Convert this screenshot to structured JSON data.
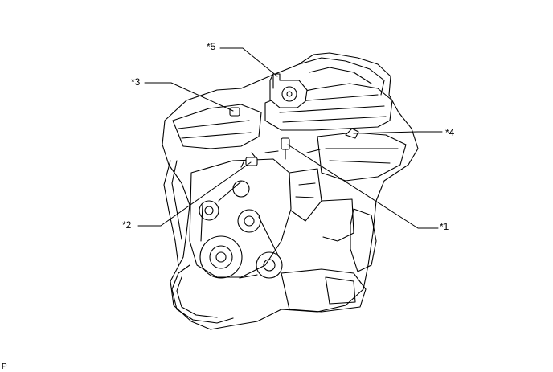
{
  "figure_code": "P",
  "callouts": [
    {
      "id": "c1",
      "label": "*1"
    },
    {
      "id": "c2",
      "label": "*2"
    },
    {
      "id": "c3",
      "label": "*3"
    },
    {
      "id": "c4",
      "label": "*4"
    },
    {
      "id": "c5",
      "label": "*5"
    }
  ],
  "colors": {
    "line": "#000000",
    "background": "#ffffff"
  }
}
